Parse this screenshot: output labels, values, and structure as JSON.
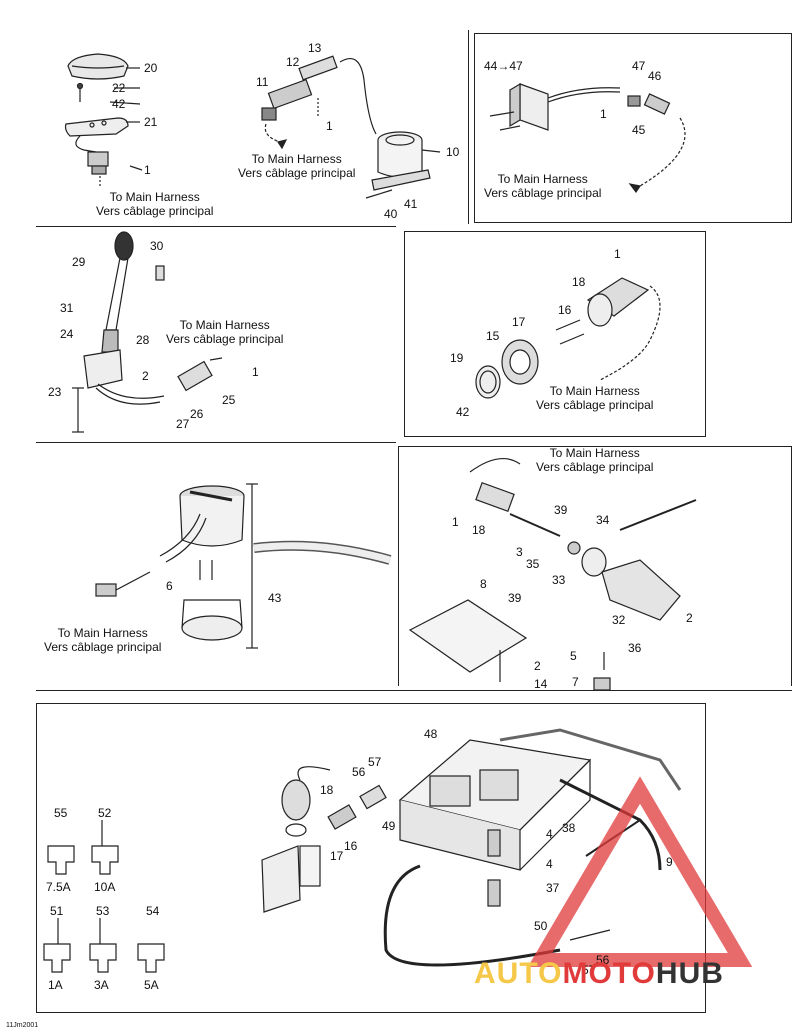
{
  "harness_label": {
    "en": "To Main Harness",
    "fr": "Vers câblage principal"
  },
  "part_numbers": {
    "p20": "20",
    "p22": "22",
    "p42a": "42",
    "p21": "21",
    "p1a": "1",
    "p13": "13",
    "p12": "12",
    "p11": "11",
    "p1b": "1",
    "p10": "10",
    "p41": "41",
    "p40": "40",
    "p44": "44→47",
    "p47": "47",
    "p46": "46",
    "p1c": "1",
    "p45": "45",
    "p30": "30",
    "p29": "29",
    "p31": "31",
    "p24": "24",
    "p28": "28",
    "p2a": "2",
    "p1d": "1",
    "p23": "23",
    "p25": "25",
    "p26": "26",
    "p27": "27",
    "p1e": "1",
    "p18a": "18",
    "p16a": "16",
    "p17a": "17",
    "p15": "15",
    "p19": "19",
    "p42b": "42",
    "p6": "6",
    "p43": "43",
    "p1f": "1",
    "p18b": "18",
    "p39a": "39",
    "p34": "34",
    "p3": "3",
    "p35": "35",
    "p33": "33",
    "p8": "8",
    "p39b": "39",
    "p32": "32",
    "p2b": "2",
    "p36": "36",
    "p2c": "2",
    "p5": "5",
    "p14": "14",
    "p7": "7",
    "p48": "48",
    "p57a": "57",
    "p56a": "56",
    "p18c": "18",
    "p49": "49",
    "p17b": "17",
    "p16b": "16",
    "p38": "38",
    "p4a": "4",
    "p4b": "4",
    "p9": "9",
    "p37": "37",
    "p50": "50",
    "p56b": "56",
    "p57b": "57"
  },
  "fuses": [
    {
      "num": "55",
      "amp": "7.5A"
    },
    {
      "num": "52",
      "amp": "10A"
    },
    {
      "num": "51",
      "amp": "1A"
    },
    {
      "num": "53",
      "amp": "3A"
    },
    {
      "num": "54",
      "amp": "5A"
    }
  ],
  "reference_code": "11Jm2001",
  "watermark": {
    "a": "AUTO",
    "b": "MOTO",
    "c": "HUB"
  }
}
